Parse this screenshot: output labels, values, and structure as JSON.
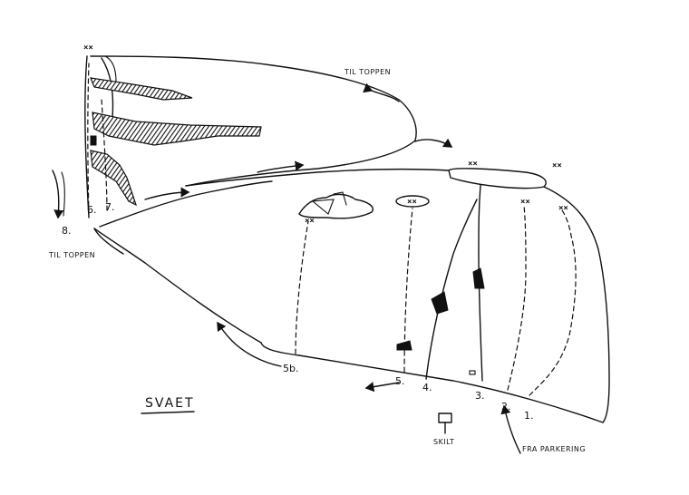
{
  "title": "SVAET",
  "labels": {
    "til_toppen_top": "TIL TOPPEN",
    "til_toppen_left": "TIL TOPPEN",
    "fra_parkering": "FRA PARKERING",
    "skilt": "SKILT"
  },
  "route_numbers": {
    "r1": "1.",
    "r2": "2.",
    "r3": "3.",
    "r4": "4.",
    "r5": "5.",
    "r5b": "5b.",
    "r6": "6.",
    "r7": "7.",
    "r8": "8."
  },
  "anchor_mark": "××"
}
